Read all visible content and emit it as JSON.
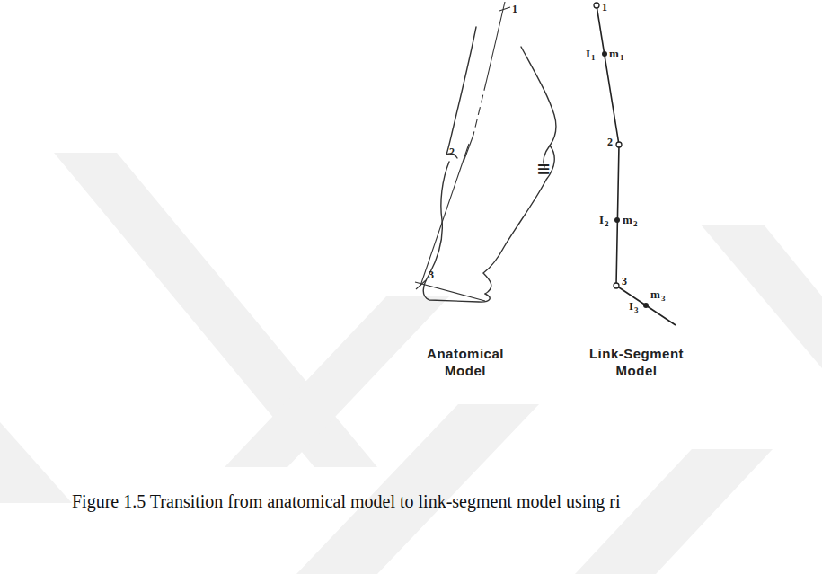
{
  "diagram": {
    "caption": "Figure 1.5 Transition from anatomical model to link-segment model using ri",
    "labels": [
      "1",
      "2",
      "3",
      "≡",
      "1",
      "I",
      "1",
      "m",
      "1",
      "2",
      "I",
      "2",
      "m",
      "2",
      "3",
      "I",
      "3",
      "m",
      "3",
      "Anatomical Model",
      "Link-Segment Model"
    ]
  }
}
